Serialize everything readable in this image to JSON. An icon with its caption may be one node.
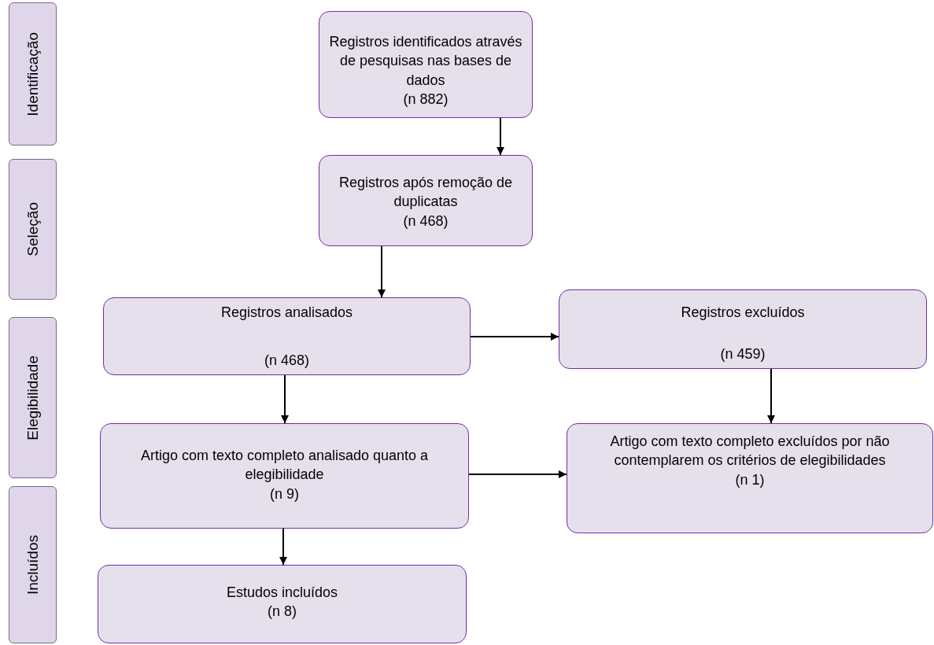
{
  "diagram": {
    "nodes": [
      {
        "text": [
          "Identificação"
        ]
      },
      {
        "text": [
          "Seleção"
        ]
      },
      {
        "text": [
          "Elegibilidade"
        ]
      },
      {
        "text": [
          "Incluídos"
        ]
      },
      {
        "text": [
          "Registros identificados através de pesquisas nas bases de dados",
          "(n 882)"
        ]
      },
      {
        "text": [
          "Registros após remoção de duplicatas",
          "(n 468)"
        ]
      },
      {
        "text": [
          "Registros analisados",
          "(n 468)"
        ]
      },
      {
        "text": [
          "Registros excluídos",
          "(n 459)"
        ]
      },
      {
        "text": [
          "Artigo com texto completo analisado quanto a elegibilidade",
          "(n 9)"
        ]
      },
      {
        "text": [
          "Artigo com texto completo excluídos por não contemplarem os critérios de elegibilidades",
          "(n 1)"
        ]
      },
      {
        "text": [
          "Estudos incluídos",
          "(n 8)"
        ]
      }
    ],
    "edges": [
      {
        "from": 4,
        "to": 5,
        "arrow": "to"
      },
      {
        "from": 5,
        "to": 6,
        "arrow": "to"
      },
      {
        "from": 6,
        "to": 7,
        "arrow": "to"
      },
      {
        "from": 6,
        "to": 8,
        "arrow": "to"
      },
      {
        "from": 7,
        "to": 9,
        "arrow": "to"
      },
      {
        "from": 8,
        "to": 9,
        "arrow": "to"
      },
      {
        "from": 8,
        "to": 10,
        "arrow": "to"
      }
    ]
  }
}
